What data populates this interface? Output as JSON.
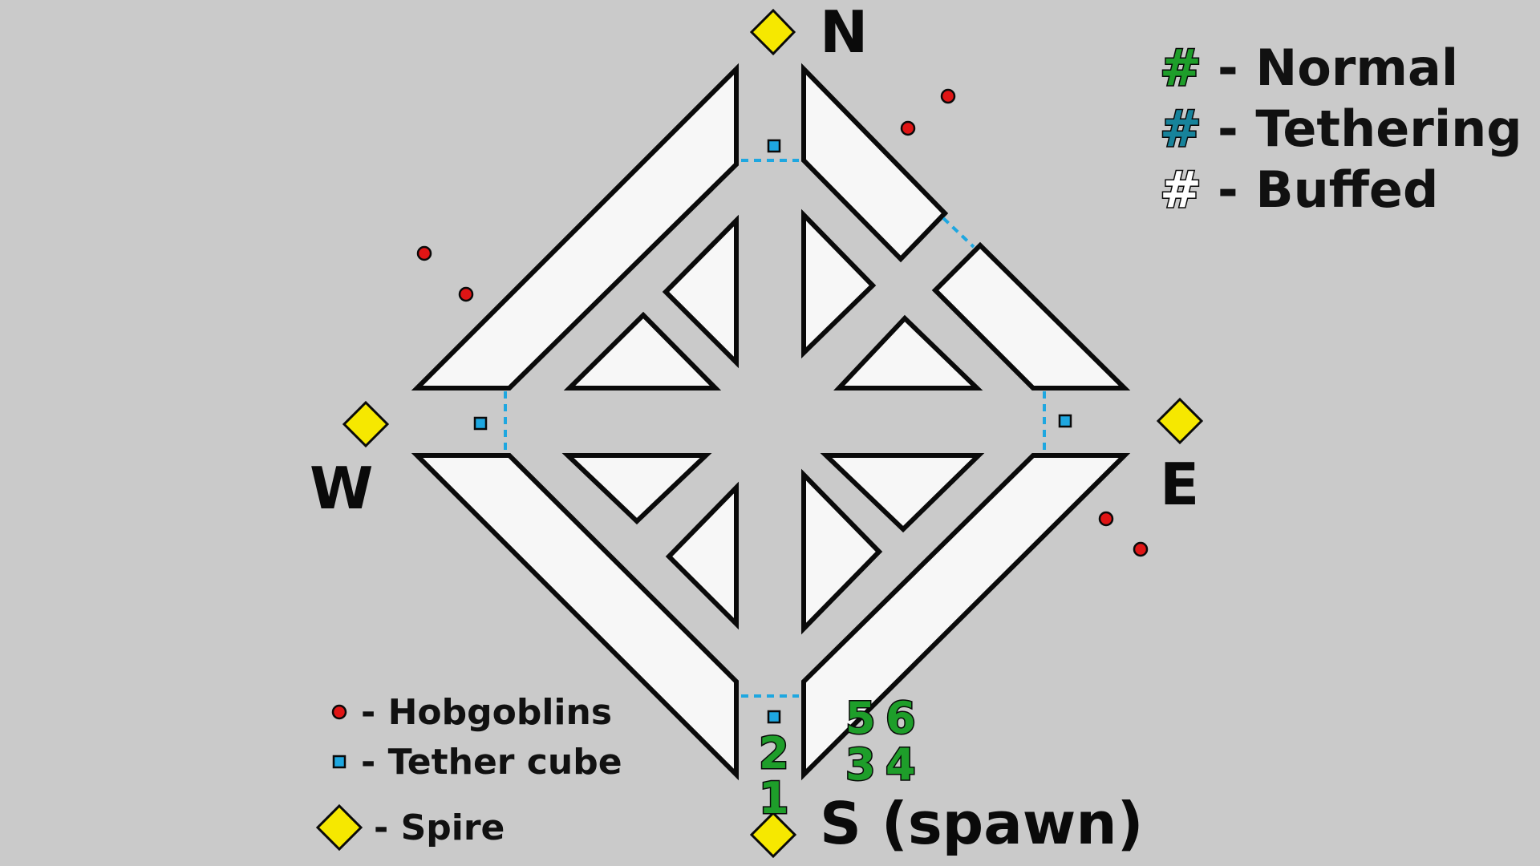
{
  "compass": {
    "north": "N",
    "west": "W",
    "east": "E",
    "south": "S (spawn)"
  },
  "position_legend": {
    "symbol": "#",
    "items": [
      {
        "label": "- Normal",
        "color": "#1e9e2a"
      },
      {
        "label": "- Tethering",
        "color": "#17839b"
      },
      {
        "label": "- Buffed",
        "color": "#ffffff"
      }
    ]
  },
  "marker_legend": {
    "items": [
      {
        "label": "- Hobgoblins",
        "icon": "red-dot-icon"
      },
      {
        "label": "- Tether cube",
        "icon": "blue-square-icon"
      },
      {
        "label": "- Spire",
        "icon": "yellow-diamond-icon"
      }
    ]
  },
  "positions": [
    "1",
    "2",
    "3",
    "4",
    "5",
    "6"
  ],
  "colors": {
    "background": "#cacaca",
    "wall_fill": "#f7f7f7",
    "outline": "#0a0a0a",
    "tether": "#1ea7e0",
    "hobgoblin": "#e01515",
    "spire": "#f6e800",
    "normal": "#1e9e2a"
  }
}
